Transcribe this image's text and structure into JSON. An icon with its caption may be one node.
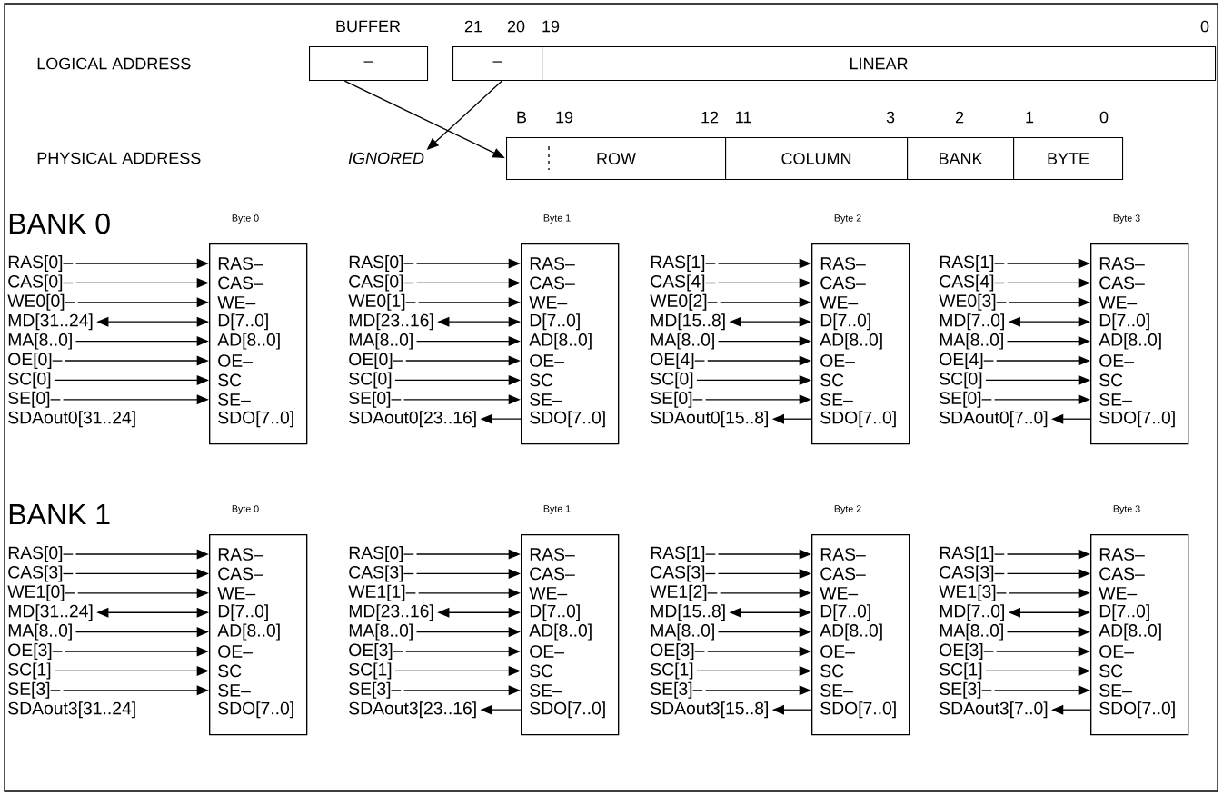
{
  "diagram": {
    "nodes": [
      {
        "text": [
          "–"
        ],
        "beside": [
          "BUFFER"
        ]
      },
      {
        "text": [
          "–"
        ],
        "beside": [
          "21",
          "20"
        ]
      },
      {
        "text": [
          "LINEAR"
        ],
        "beside": [
          "19",
          "0"
        ]
      },
      {
        "text": [
          "IGNORED"
        ]
      },
      {
        "text": [
          "ROW"
        ],
        "beside": [
          "B",
          "19",
          "12"
        ]
      },
      {
        "text": [
          "COLUMN"
        ],
        "beside": [
          "11",
          "3"
        ]
      },
      {
        "text": [
          "BANK"
        ],
        "beside": [
          "2"
        ]
      },
      {
        "text": [
          "BYTE"
        ],
        "beside": [
          "1",
          "0"
        ]
      },
      {
        "text": [
          "Byte 0",
          "RAS–",
          "CAS–",
          "WE–",
          "D[7..0]",
          "AD[8..0]",
          "OE–",
          "SC",
          "SE–",
          "SDO[7..0]"
        ]
      },
      {
        "text": [
          "RAS[0]–"
        ]
      },
      {
        "text": [
          "CAS[0]–"
        ]
      },
      {
        "text": [
          "WE0[0]–"
        ]
      },
      {
        "text": [
          "MD[31..24]"
        ]
      },
      {
        "text": [
          "MA[8..0]"
        ]
      },
      {
        "text": [
          "OE[0]–"
        ]
      },
      {
        "text": [
          "SC[0]"
        ]
      },
      {
        "text": [
          "SE[0]–"
        ]
      },
      {
        "text": [
          "SDAout0[31..24]"
        ]
      },
      {
        "text": [
          "Byte 1",
          "RAS–",
          "CAS–",
          "WE–",
          "D[7..0]",
          "AD[8..0]",
          "OE–",
          "SC",
          "SE–",
          "SDO[7..0]"
        ]
      },
      {
        "text": [
          "RAS[0]–"
        ]
      },
      {
        "text": [
          "CAS[0]–"
        ]
      },
      {
        "text": [
          "WE0[1]–"
        ]
      },
      {
        "text": [
          "MD[23..16]"
        ]
      },
      {
        "text": [
          "MA[8..0]"
        ]
      },
      {
        "text": [
          "OE[0]–"
        ]
      },
      {
        "text": [
          "SC[0]"
        ]
      },
      {
        "text": [
          "SE[0]–"
        ]
      },
      {
        "text": [
          "SDAout0[23..16]"
        ]
      },
      {
        "text": [
          "Byte 2",
          "RAS–",
          "CAS–",
          "WE–",
          "D[7..0]",
          "AD[8..0]",
          "OE–",
          "SC",
          "SE–",
          "SDO[7..0]"
        ]
      },
      {
        "text": [
          "RAS[1]–"
        ]
      },
      {
        "text": [
          "CAS[4]–"
        ]
      },
      {
        "text": [
          "WE0[2]–"
        ]
      },
      {
        "text": [
          "MD[15..8]"
        ]
      },
      {
        "text": [
          "MA[8..0]"
        ]
      },
      {
        "text": [
          "OE[4]–"
        ]
      },
      {
        "text": [
          "SC[0]"
        ]
      },
      {
        "text": [
          "SE[0]–"
        ]
      },
      {
        "text": [
          "SDAout0[15..8]"
        ]
      },
      {
        "text": [
          "Byte 3",
          "RAS–",
          "CAS–",
          "WE–",
          "D[7..0]",
          "AD[8..0]",
          "OE–",
          "SC",
          "SE–",
          "SDO[7..0]"
        ]
      },
      {
        "text": [
          "RAS[1]–"
        ]
      },
      {
        "text": [
          "CAS[4]–"
        ]
      },
      {
        "text": [
          "WE0[3]–"
        ]
      },
      {
        "text": [
          "MD[7..0]"
        ]
      },
      {
        "text": [
          "MA[8..0]"
        ]
      },
      {
        "text": [
          "OE[4]–"
        ]
      },
      {
        "text": [
          "SC[0]"
        ]
      },
      {
        "text": [
          "SE[0]–"
        ]
      },
      {
        "text": [
          "SDAout0[7..0]"
        ]
      },
      {
        "text": [
          "Byte 0",
          "RAS–",
          "CAS–",
          "WE–",
          "D[7..0]",
          "AD[8..0]",
          "OE–",
          "SC",
          "SE–",
          "SDO[7..0]"
        ]
      },
      {
        "text": [
          "RAS[0]–"
        ]
      },
      {
        "text": [
          "CAS[3]–"
        ]
      },
      {
        "text": [
          "WE1[0]–"
        ]
      },
      {
        "text": [
          "MD[31..24]"
        ]
      },
      {
        "text": [
          "MA[8..0]"
        ]
      },
      {
        "text": [
          "OE[3]–"
        ]
      },
      {
        "text": [
          "SC[1]"
        ]
      },
      {
        "text": [
          "SE[3]–"
        ]
      },
      {
        "text": [
          "SDAout3[31..24]"
        ]
      },
      {
        "text": [
          "Byte 1",
          "RAS–",
          "CAS–",
          "WE–",
          "D[7..0]",
          "AD[8..0]",
          "OE–",
          "SC",
          "SE–",
          "SDO[7..0]"
        ]
      },
      {
        "text": [
          "RAS[0]–"
        ]
      },
      {
        "text": [
          "CAS[3]–"
        ]
      },
      {
        "text": [
          "WE1[1]–"
        ]
      },
      {
        "text": [
          "MD[23..16]"
        ]
      },
      {
        "text": [
          "MA[8..0]"
        ]
      },
      {
        "text": [
          "OE[3]–"
        ]
      },
      {
        "text": [
          "SC[1]"
        ]
      },
      {
        "text": [
          "SE[3]–"
        ]
      },
      {
        "text": [
          "SDAout3[23..16]"
        ]
      },
      {
        "text": [
          "Byte 2",
          "RAS–",
          "CAS–",
          "WE–",
          "D[7..0]",
          "AD[8..0]",
          "OE–",
          "SC",
          "SE–",
          "SDO[7..0]"
        ]
      },
      {
        "text": [
          "RAS[1]–"
        ]
      },
      {
        "text": [
          "CAS[3]–"
        ]
      },
      {
        "text": [
          "WE1[2]–"
        ]
      },
      {
        "text": [
          "MD[15..8]"
        ]
      },
      {
        "text": [
          "MA[8..0]"
        ]
      },
      {
        "text": [
          "OE[3]–"
        ]
      },
      {
        "text": [
          "SC[1]"
        ]
      },
      {
        "text": [
          "SE[3]–"
        ]
      },
      {
        "text": [
          "SDAout3[15..8]"
        ]
      },
      {
        "text": [
          "Byte 3",
          "RAS–",
          "CAS–",
          "WE–",
          "D[7..0]",
          "AD[8..0]",
          "OE–",
          "SC",
          "SE–",
          "SDO[7..0]"
        ]
      },
      {
        "text": [
          "RAS[1]–"
        ]
      },
      {
        "text": [
          "CAS[3]–"
        ]
      },
      {
        "text": [
          "WE1[3]–"
        ]
      },
      {
        "text": [
          "MD[7..0]"
        ]
      },
      {
        "text": [
          "MA[8..0]"
        ]
      },
      {
        "text": [
          "OE[3]–"
        ]
      },
      {
        "text": [
          "SC[1]"
        ]
      },
      {
        "text": [
          "SE[3]–"
        ]
      },
      {
        "text": [
          "SDAout3[7..0]"
        ]
      }
    ],
    "edges": [
      {
        "from": 0,
        "to": 4,
        "arrow": "to"
      },
      {
        "from": 1,
        "to": 3,
        "arrow": "to"
      },
      {
        "from": 9,
        "to": 8,
        "arrow": "to"
      },
      {
        "from": 10,
        "to": 8,
        "arrow": "to"
      },
      {
        "from": 11,
        "to": 8,
        "arrow": "to"
      },
      {
        "from": 12,
        "to": 8,
        "arrow": "both"
      },
      {
        "from": 13,
        "to": 8,
        "arrow": "to"
      },
      {
        "from": 14,
        "to": 8,
        "arrow": "to"
      },
      {
        "from": 15,
        "to": 8,
        "arrow": "to"
      },
      {
        "from": 16,
        "to": 8,
        "arrow": "to"
      },
      {
        "from": 19,
        "to": 18,
        "arrow": "to"
      },
      {
        "from": 20,
        "to": 18,
        "arrow": "to"
      },
      {
        "from": 21,
        "to": 18,
        "arrow": "to"
      },
      {
        "from": 22,
        "to": 18,
        "arrow": "both"
      },
      {
        "from": 23,
        "to": 18,
        "arrow": "to"
      },
      {
        "from": 24,
        "to": 18,
        "arrow": "to"
      },
      {
        "from": 25,
        "to": 18,
        "arrow": "to"
      },
      {
        "from": 26,
        "to": 18,
        "arrow": "to"
      },
      {
        "from": 18,
        "to": 27,
        "arrow": "to"
      },
      {
        "from": 29,
        "to": 28,
        "arrow": "to"
      },
      {
        "from": 30,
        "to": 28,
        "arrow": "to"
      },
      {
        "from": 31,
        "to": 28,
        "arrow": "to"
      },
      {
        "from": 32,
        "to": 28,
        "arrow": "both"
      },
      {
        "from": 33,
        "to": 28,
        "arrow": "to"
      },
      {
        "from": 34,
        "to": 28,
        "arrow": "to"
      },
      {
        "from": 35,
        "to": 28,
        "arrow": "to"
      },
      {
        "from": 36,
        "to": 28,
        "arrow": "to"
      },
      {
        "from": 28,
        "to": 37,
        "arrow": "to"
      },
      {
        "from": 39,
        "to": 38,
        "arrow": "to"
      },
      {
        "from": 40,
        "to": 38,
        "arrow": "to"
      },
      {
        "from": 41,
        "to": 38,
        "arrow": "to"
      },
      {
        "from": 42,
        "to": 38,
        "arrow": "both"
      },
      {
        "from": 43,
        "to": 38,
        "arrow": "to"
      },
      {
        "from": 44,
        "to": 38,
        "arrow": "to"
      },
      {
        "from": 45,
        "to": 38,
        "arrow": "to"
      },
      {
        "from": 46,
        "to": 38,
        "arrow": "to"
      },
      {
        "from": 38,
        "to": 47,
        "arrow": "to"
      },
      {
        "from": 49,
        "to": 48,
        "arrow": "to"
      },
      {
        "from": 50,
        "to": 48,
        "arrow": "to"
      },
      {
        "from": 51,
        "to": 48,
        "arrow": "to"
      },
      {
        "from": 52,
        "to": 48,
        "arrow": "both"
      },
      {
        "from": 53,
        "to": 48,
        "arrow": "to"
      },
      {
        "from": 54,
        "to": 48,
        "arrow": "to"
      },
      {
        "from": 55,
        "to": 48,
        "arrow": "to"
      },
      {
        "from": 56,
        "to": 48,
        "arrow": "to"
      },
      {
        "from": 59,
        "to": 58,
        "arrow": "to"
      },
      {
        "from": 60,
        "to": 58,
        "arrow": "to"
      },
      {
        "from": 61,
        "to": 58,
        "arrow": "to"
      },
      {
        "from": 62,
        "to": 58,
        "arrow": "both"
      },
      {
        "from": 63,
        "to": 58,
        "arrow": "to"
      },
      {
        "from": 64,
        "to": 58,
        "arrow": "to"
      },
      {
        "from": 65,
        "to": 58,
        "arrow": "to"
      },
      {
        "from": 66,
        "to": 58,
        "arrow": "to"
      },
      {
        "from": 58,
        "to": 67,
        "arrow": "to"
      },
      {
        "from": 69,
        "to": 68,
        "arrow": "to"
      },
      {
        "from": 70,
        "to": 68,
        "arrow": "to"
      },
      {
        "from": 71,
        "to": 68,
        "arrow": "to"
      },
      {
        "from": 72,
        "to": 68,
        "arrow": "both"
      },
      {
        "from": 73,
        "to": 68,
        "arrow": "to"
      },
      {
        "from": 74,
        "to": 68,
        "arrow": "to"
      },
      {
        "from": 75,
        "to": 68,
        "arrow": "to"
      },
      {
        "from": 76,
        "to": 68,
        "arrow": "to"
      },
      {
        "from": 68,
        "to": 77,
        "arrow": "to"
      },
      {
        "from": 79,
        "to": 78,
        "arrow": "to"
      },
      {
        "from": 80,
        "to": 78,
        "arrow": "to"
      },
      {
        "from": 81,
        "to": 78,
        "arrow": "to"
      },
      {
        "from": 82,
        "to": 78,
        "arrow": "both"
      },
      {
        "from": 83,
        "to": 78,
        "arrow": "to"
      },
      {
        "from": 84,
        "to": 78,
        "arrow": "to"
      },
      {
        "from": 85,
        "to": 78,
        "arrow": "to"
      },
      {
        "from": 86,
        "to": 78,
        "arrow": "to"
      },
      {
        "from": 78,
        "to": 87,
        "arrow": "to"
      }
    ],
    "labels": [
      "LOGICAL ADDRESS",
      "PHYSICAL ADDRESS",
      "BANK 0",
      "BANK 1"
    ]
  }
}
